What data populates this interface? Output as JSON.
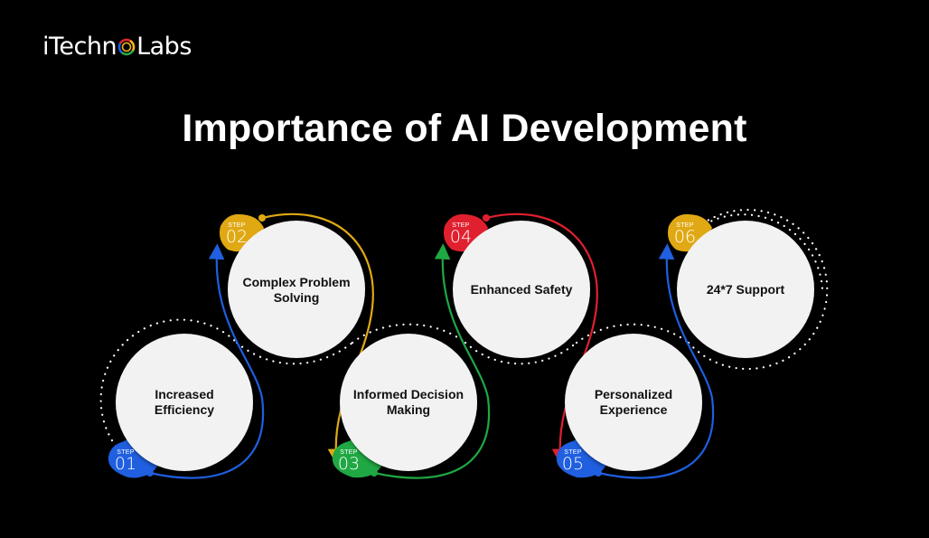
{
  "brand": {
    "prefix": "iTechn",
    "suffix": "Labs",
    "ring_colors": [
      "#1a5fe0",
      "#e0262e",
      "#f2b616",
      "#22a84a"
    ]
  },
  "title": "Importance of AI Development",
  "steps": [
    {
      "step_label": "STEP",
      "number": "01",
      "text_line1": "Increased",
      "text_line2": "Efficiency",
      "color": "#1f5fe0"
    },
    {
      "step_label": "STEP",
      "number": "02",
      "text_line1": "Complex Problem",
      "text_line2": "Solving",
      "color": "#e0a914"
    },
    {
      "step_label": "STEP",
      "number": "03",
      "text_line1": "Informed Decision",
      "text_line2": "Making",
      "color": "#1fa843"
    },
    {
      "step_label": "STEP",
      "number": "04",
      "text_line1": "Enhanced Safety",
      "text_line2": "",
      "color": "#e0202f"
    },
    {
      "step_label": "STEP",
      "number": "05",
      "text_line1": "Personalized",
      "text_line2": "Experience",
      "color": "#1f5fe0"
    },
    {
      "step_label": "STEP",
      "number": "06",
      "text_line1": "24*7 Support",
      "text_line2": "",
      "color": "#e0a914"
    }
  ],
  "colors": {
    "background": "#000000",
    "circle_fill": "#f2f2f2",
    "text": "#111111",
    "blue": "#1f5fe0",
    "yellow": "#e0a914",
    "green": "#1fa843",
    "red": "#e0202f"
  }
}
